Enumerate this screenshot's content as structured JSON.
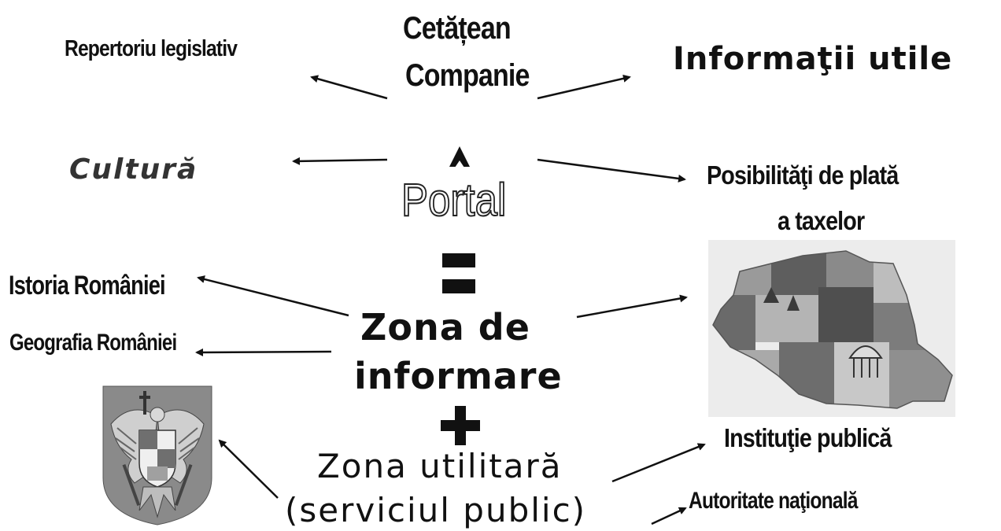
{
  "center": {
    "citizen": "Cetățean",
    "company": "Companie",
    "portal": "Portal",
    "equals": "=",
    "info_zone_line1": "Zona de",
    "info_zone_line2": "informare",
    "plus": "+",
    "utility_zone_line1": "Zona utilitară",
    "utility_zone_line2": "(serviciul public)"
  },
  "labels": {
    "legislative": "Repertoriu legislativ",
    "useful_info": "Informaţii utile",
    "culture": "Cultură",
    "payment_line1": "Posibilităţi de plată",
    "payment_line2": "a taxelor",
    "history": "Istoria României",
    "geography": "Geografia României",
    "institution": "Instituţie publică",
    "national_authority": "Autoritate naţională"
  },
  "images": {
    "coat_of_arms": "romania-coat-of-arms",
    "map": "romania-map-collage"
  }
}
